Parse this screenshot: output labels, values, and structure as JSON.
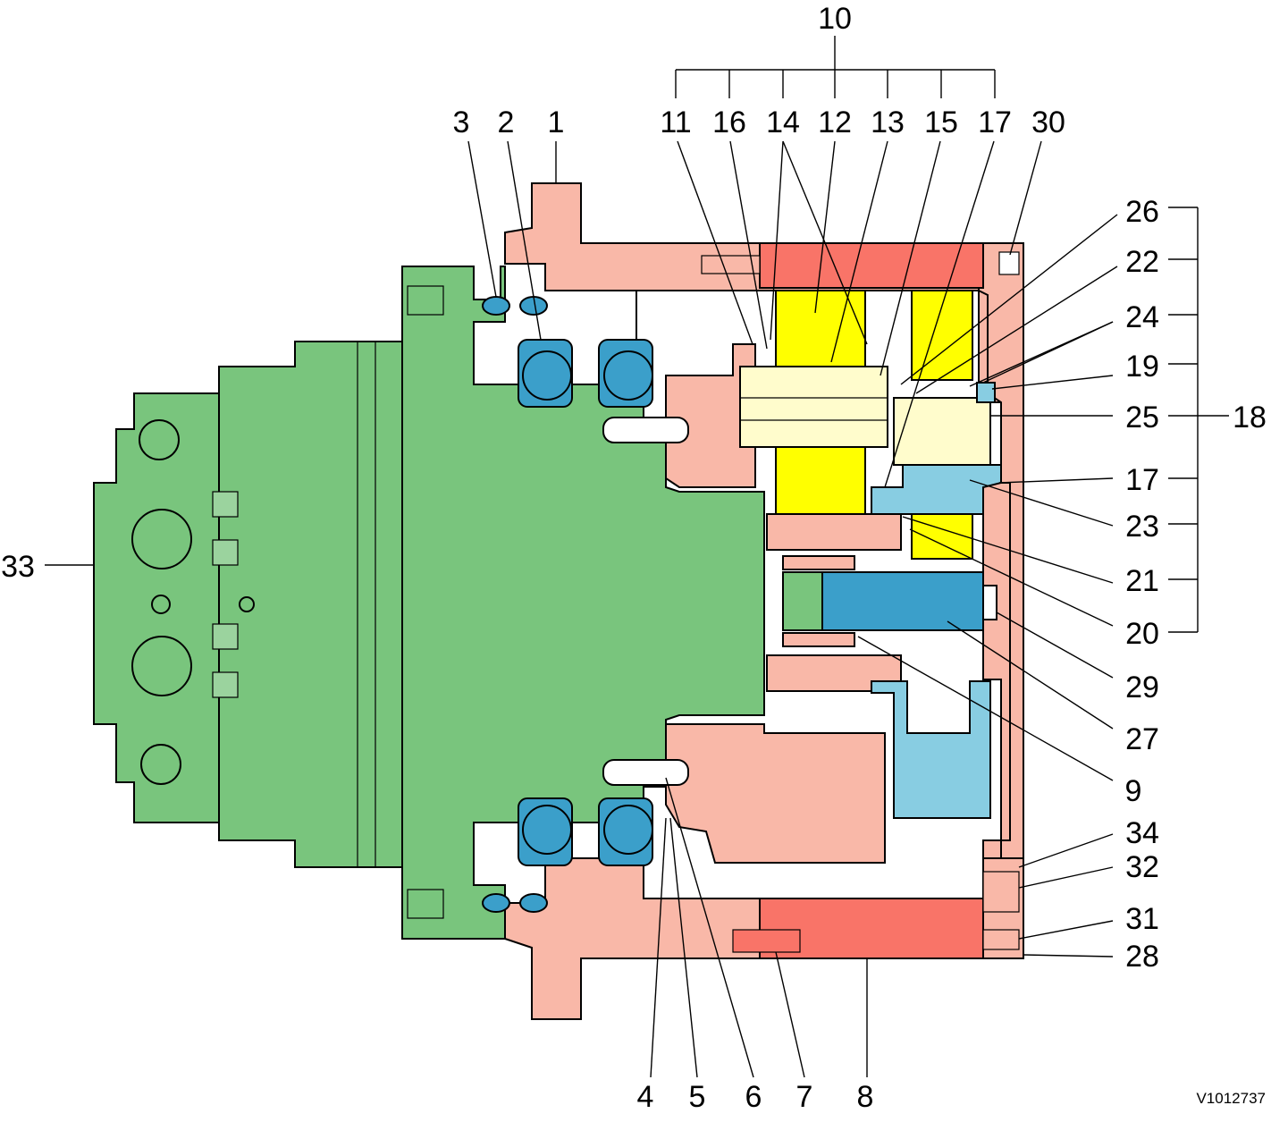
{
  "drawing_code": "V1012737",
  "colors": {
    "motor": "#79c57d",
    "housing": "#f9b8a8",
    "ring_gear": "#f97468",
    "bearing": "#3b9fca",
    "planet_gear": "#ffff00",
    "planet_shaft": "#fffccc",
    "carrier": "#88cde2"
  },
  "callouts": {
    "top_group": "10",
    "top": [
      "3",
      "2",
      "1",
      "11",
      "16",
      "14",
      "12",
      "13",
      "15",
      "17",
      "30"
    ],
    "right_group": "18",
    "right": [
      "26",
      "22",
      "24",
      "19",
      "25",
      "17",
      "23",
      "21",
      "20",
      "29",
      "27",
      "9",
      "34",
      "32",
      "31",
      "28"
    ],
    "left": "33",
    "bottom": [
      "4",
      "5",
      "6",
      "7",
      "8"
    ]
  }
}
